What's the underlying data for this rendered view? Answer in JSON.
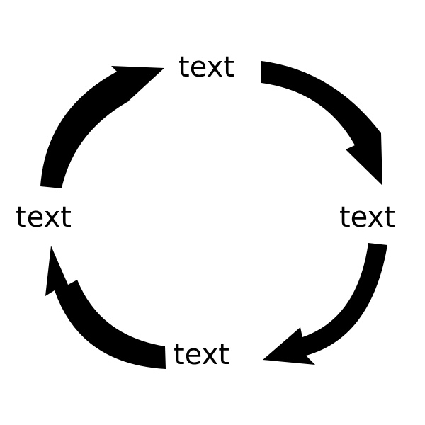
{
  "diagram": {
    "type": "cycle",
    "arrow_color": "#000000",
    "background_color": "#ffffff",
    "nodes": [
      {
        "id": "top",
        "label": "text"
      },
      {
        "id": "right",
        "label": "text"
      },
      {
        "id": "bottom",
        "label": "text"
      },
      {
        "id": "left",
        "label": "text"
      }
    ],
    "edges": [
      {
        "from": "top",
        "to": "right",
        "direction": "clockwise",
        "icon": "curved-arrow-icon"
      },
      {
        "from": "right",
        "to": "bottom",
        "direction": "clockwise",
        "icon": "curved-arrow-icon"
      },
      {
        "from": "bottom",
        "to": "left",
        "direction": "clockwise",
        "icon": "curved-arrow-icon"
      },
      {
        "from": "left",
        "to": "top",
        "direction": "clockwise",
        "icon": "curved-arrow-icon"
      }
    ]
  }
}
